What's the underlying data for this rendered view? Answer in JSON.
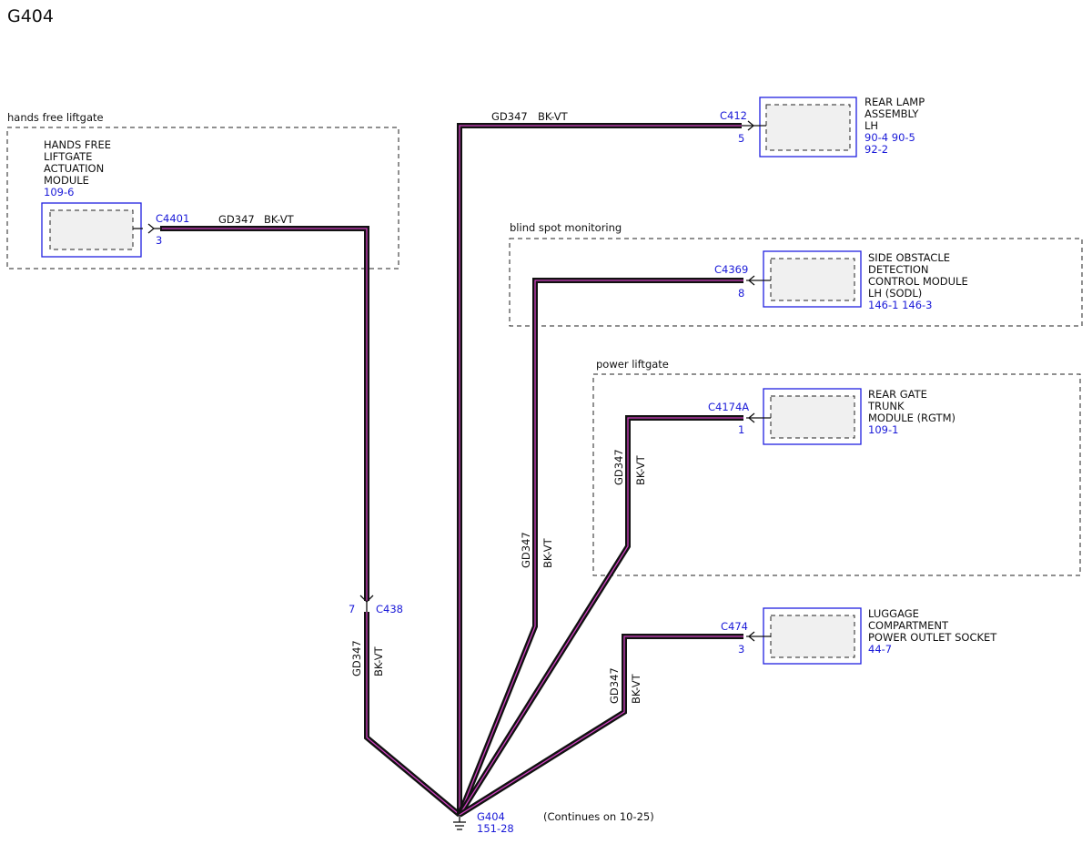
{
  "diagram": {
    "title": "G404",
    "zones": {
      "hands_free": "hands free liftgate",
      "blind_spot": "blind spot monitoring",
      "power_liftgate": "power liftgate"
    },
    "components": {
      "hfam": {
        "lines": [
          "HANDS FREE",
          "LIFTGATE",
          "ACTUATION",
          "MODULE"
        ],
        "ref": "109-6"
      },
      "rear_lamp": {
        "lines": [
          "REAR LAMP",
          "ASSEMBLY",
          "LH"
        ],
        "refs": [
          "90-4   90-5",
          "92-2"
        ]
      },
      "sodl": {
        "lines": [
          "SIDE OBSTACLE",
          "DETECTION",
          "CONTROL MODULE",
          "LH (SODL)"
        ],
        "refs": [
          "146-1  146-3"
        ]
      },
      "rgtm": {
        "lines": [
          "REAR GATE",
          "TRUNK",
          "MODULE (RGTM)"
        ],
        "refs": [
          "109-1"
        ]
      },
      "luggage": {
        "lines": [
          "LUGGAGE",
          "COMPARTMENT",
          "POWER OUTLET SOCKET"
        ],
        "refs": [
          "44-7"
        ]
      }
    },
    "connectors": {
      "c4401": {
        "name": "C4401",
        "pin": "3"
      },
      "c412": {
        "name": "C412",
        "pin": "5"
      },
      "c4369": {
        "name": "C4369",
        "pin": "8"
      },
      "c4174a": {
        "name": "C4174A",
        "pin": "1"
      },
      "c474": {
        "name": "C474",
        "pin": "3"
      },
      "c438": {
        "name": "C438",
        "pin": "7"
      }
    },
    "wire": {
      "circuit": "GD347",
      "color": "BK-VT"
    },
    "ground": {
      "name": "G404",
      "ref": "151-28",
      "note": "(Continues on 10-25)"
    }
  }
}
